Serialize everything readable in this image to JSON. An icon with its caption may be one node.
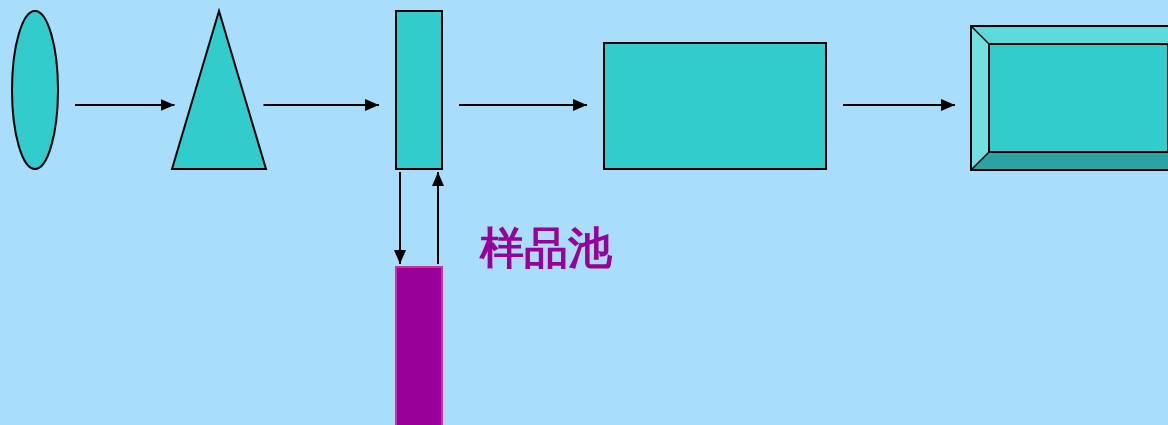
{
  "diagram": {
    "nodes": [
      {
        "text": [],
        "shape": "ellipse"
      },
      {
        "text": [],
        "shape": "triangle"
      },
      {
        "text": [],
        "shape": "box"
      },
      {
        "text": [],
        "shape": "box"
      },
      {
        "text": [],
        "shape": "box"
      },
      {
        "text": [],
        "shape": "bar"
      }
    ],
    "edges": [
      {
        "from": 0,
        "to": 1,
        "arrow": "to"
      },
      {
        "from": 1,
        "to": 2,
        "arrow": "to"
      },
      {
        "from": 2,
        "to": 3,
        "arrow": "to"
      },
      {
        "from": 3,
        "to": 4,
        "arrow": "to"
      },
      {
        "from": 2,
        "to": 5,
        "arrow": "to"
      },
      {
        "from": 5,
        "to": 2,
        "arrow": "to"
      }
    ],
    "labels": [
      "样品池"
    ]
  }
}
